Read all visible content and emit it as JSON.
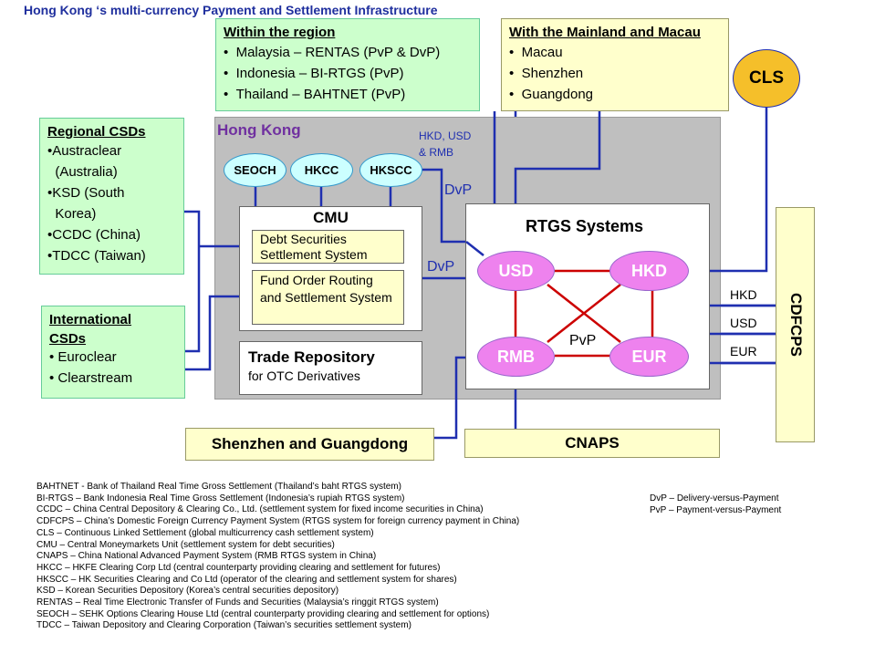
{
  "title": "Hong Kong ‘s multi-currency Payment and Settlement Infrastructure",
  "within_region": {
    "heading": "Within the region",
    "items": [
      "Malaysia – RENTAS (PvP & DvP)",
      "Indonesia – BI-RTGS (PvP)",
      "Thailand – BAHTNET (PvP)"
    ]
  },
  "mainland": {
    "heading": "With the Mainland and Macau",
    "items": [
      "Macau",
      "Shenzhen",
      "Guangdong"
    ]
  },
  "cls": "CLS",
  "regional_csds": {
    "heading": "Regional CSDs",
    "items": [
      "Austraclear",
      "(Australia)",
      "KSD (South",
      "Korea)",
      "CCDC (China)",
      "TDCC (Taiwan)"
    ]
  },
  "international_csds": {
    "heading_1": "International",
    "heading_2": "CSDs",
    "items": [
      "Euroclear",
      "Clearstream"
    ]
  },
  "hong_kong": {
    "label": "Hong Kong",
    "ovals": [
      "SEOCH",
      "HKCC",
      "HKSCC"
    ],
    "currency_note_1": "HKD, USD",
    "currency_note_2": "& RMB",
    "dvp_top": "DvP",
    "dvp_mid": "DvP",
    "cmu": {
      "title": "CMU",
      "debt": "Debt Securities Settlement System",
      "fund": "Fund Order Routing and Settlement System"
    },
    "trade_repo": {
      "title": "Trade Repository",
      "subtitle": "for OTC Derivatives"
    },
    "rtgs": {
      "title": "RTGS Systems",
      "usd": "USD",
      "hkd": "HKD",
      "rmb": "RMB",
      "eur": "EUR",
      "pvp": "PvP"
    }
  },
  "cdfcps": {
    "label": "CDFCPS",
    "links": [
      "HKD",
      "USD",
      "EUR"
    ]
  },
  "shenzhen_guangdong": "Shenzhen and Guangdong",
  "cnaps": "CNAPS",
  "legend": [
    "BAHTNET  -  Bank of Thailand Real Time Gross Settlement (Thailand’s baht RTGS system)",
    "BI-RTGS  – Bank Indonesia Real Time Gross Settlement (Indonesia’s rupiah RTGS system)",
    "CCDC  – China Central Depository & Clearing Co., Ltd. (settlement system for fixed income securities in China)",
    "CDFCPS  – China’s Domestic Foreign Currency Payment System (RTGS system for foreign currency payment in China)",
    "CLS – Continuous Linked Settlement (global multicurrency cash settlement system)",
    "CMU  – Central Moneymarkets Unit (settlement system for debt securities)",
    "CNAPS – China National Advanced Payment System (RMB RTGS system in China)",
    "HKCC  –  HKFE Clearing Corp Ltd (central counterparty providing clearing and settlement for futures)",
    "HKSCC  –  HK Securities Clearing and Co Ltd (operator of the clearing and settlement system for shares)",
    "KSD – Korean Securities Depository (Korea’s central securities depository)",
    "RENTAS – Real Time Electronic Transfer of Funds and Securities (Malaysia’s ringgit RTGS  system)",
    "SEOCH  – SEHK Options Clearing House Ltd (central counterparty providing clearing and settlement  for options)",
    "TDCC – Taiwan Depository and Clearing Corporation (Taiwan’s securities settlement system)"
  ],
  "legend_right": [
    "DvP – Delivery-versus-Payment",
    "PvP – Payment-versus-Payment"
  ],
  "colors": {
    "title": "#1f2f9e",
    "line": "#1f2fb0",
    "pvp_line": "#cc0000",
    "green_box": "#ccffcc",
    "yellow_box": "#ffffcc",
    "cls": "#f5bf2a",
    "rtgs_oval": "#ee82ee",
    "hk_oval": "#ccffff",
    "hk_region": "#bfbfbf"
  }
}
